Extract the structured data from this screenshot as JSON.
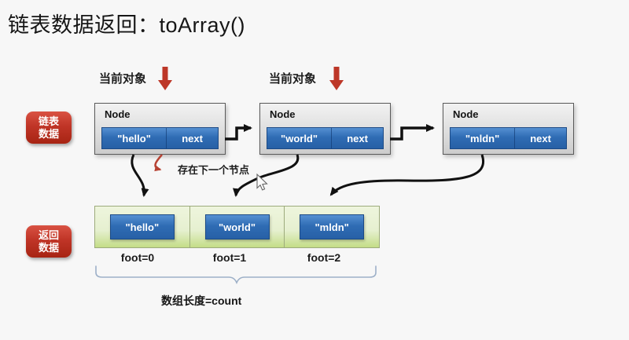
{
  "title": "链表数据返回：toArray()",
  "side_labels": {
    "linked_list": "链表数据",
    "return_data": "返回数据"
  },
  "current_object_label": "当前对象",
  "nodes": [
    {
      "title": "Node",
      "value": "\"hello\"",
      "next_label": "next"
    },
    {
      "title": "Node",
      "value": "\"world\"",
      "next_label": "next"
    },
    {
      "title": "Node",
      "value": "\"mldn\"",
      "next_label": "next"
    }
  ],
  "annotation_next_node": "存在下一个节点",
  "array": {
    "cells": [
      {
        "value": "\"hello\"",
        "index_label": "foot=0"
      },
      {
        "value": "\"world\"",
        "index_label": "foot=1"
      },
      {
        "value": "\"mldn\"",
        "index_label": "foot=2"
      }
    ],
    "length_label": "数组长度=count"
  },
  "colors": {
    "accent_red": "#bd3728",
    "node_blue": "#2f6cb4",
    "cell_green": "#d9eaae",
    "brace_blue": "#9db0c8",
    "arrow_black": "#111111",
    "background": "#f7f7f7"
  }
}
